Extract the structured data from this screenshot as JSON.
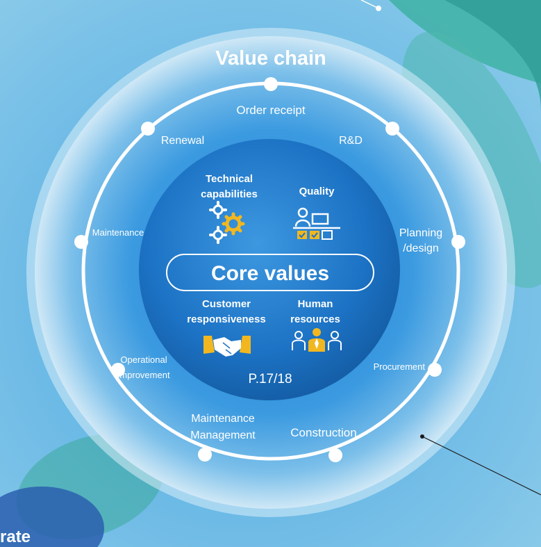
{
  "outer_title": "Value chain",
  "core_title": "Core values",
  "page_ref": "P.17/18",
  "core_items": [
    {
      "lines": [
        "Technical",
        "capabilities"
      ],
      "icon": "gears-icon"
    },
    {
      "lines": [
        "Quality"
      ],
      "icon": "quality-inspector-icon"
    },
    {
      "lines": [
        "Customer",
        "responsiveness"
      ],
      "icon": "handshake-icon"
    },
    {
      "lines": [
        "Human",
        "resources"
      ],
      "icon": "people-group-icon"
    }
  ],
  "chain_labels": [
    {
      "lines": [
        "Order receipt"
      ]
    },
    {
      "lines": [
        "R&D"
      ]
    },
    {
      "lines": [
        "Planning",
        "/design"
      ]
    },
    {
      "lines": [
        "Procurement"
      ]
    },
    {
      "lines": [
        "Construction"
      ]
    },
    {
      "lines": [
        "Maintenance",
        "Management"
      ]
    },
    {
      "lines": [
        "Operational",
        "improvement"
      ]
    },
    {
      "lines": [
        "Maintenance"
      ]
    },
    {
      "lines": [
        "Renewal"
      ]
    }
  ],
  "corner_text": "rate",
  "colors": {
    "background": "#6fb6df",
    "core_fill": "#1e78c8",
    "ring": "#ffffff",
    "accent_yellow": "#f2b720",
    "teal": "#3ab0a0"
  }
}
